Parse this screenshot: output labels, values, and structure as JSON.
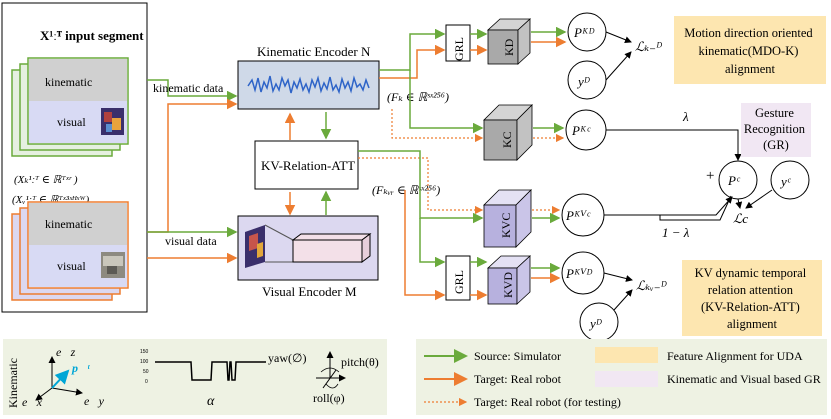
{
  "input": {
    "title": "X¹ːᵀ  input segment",
    "kin_label": "kinematic",
    "vis_label": "visual",
    "kin_label2": "kinematic",
    "vis_label2": "visual",
    "xk": "(Xₖ¹ːᵀ ∈ ℝᵀˣʳ )",
    "xv": "(Xᵥ¹ːᵀ ∈ ℝᵀˣ³ˣᴴˣᵂ)"
  },
  "flow": {
    "kinematic_data": "kinematic data",
    "visual_data": "visual data"
  },
  "encoders": {
    "kinematic": "Kinematic Encoder  N",
    "kvatt": "KV-Relation-ATT",
    "visual": "Visual Encoder  M",
    "fk": "(Fₖ  ∈ ℝˢˣ²⁵⁶)",
    "fkvr": "(Fₖᵥᵣ ∈ ℝˢˣ²⁵⁶)"
  },
  "blocks": {
    "grl_top": "GRL",
    "grl_bottom": "GRL",
    "kd": "KD",
    "kc": "KC",
    "kvc": "KVC",
    "kvd": "KVD"
  },
  "nodes": {
    "pkd": "Pᴷᴰ",
    "yd_top": "yᴰ",
    "pkc": "Pᴷᶜ",
    "pc": "Pᶜ",
    "yc": "yᶜ",
    "pkvc": "Pᴷⱽᶜ",
    "pkvd": "Pᴷⱽᴰ",
    "yd_bottom": "yᴰ"
  },
  "losses": {
    "lkd": "ℒₖ₋ᴰ",
    "lc": "ℒc",
    "lkvd": "ℒₖᵥ₋ᴰ"
  },
  "weights": {
    "lambda": "λ",
    "one_minus_lambda": "1 − λ",
    "plus": "+"
  },
  "alignment": {
    "mdok": "Motion direction oriented kinematic(MDO-K) alignment",
    "gr": "Gesture Recognition (GR)",
    "kvatt": "KV dynamic temporal relation attention (KV-Relation-ATT) alignment"
  },
  "kin_panel": {
    "title": "Kinematic",
    "ez": "e⃗z",
    "ex": "e⃗x",
    "ey": "e⃗y",
    "p": "p⃗ᵗ",
    "alpha": "α",
    "ticks": [
      "150",
      "100",
      "50",
      "0"
    ],
    "yaw": "yaw(∅)",
    "pitch": "pitch(θ)",
    "roll": "roll(φ)"
  },
  "legend": {
    "source": "Source: Simulator",
    "target": "Target: Real robot",
    "testing": "Target: Real robot (for testing)",
    "uda": "Feature Alignment for UDA",
    "gr": "Kinematic and Visual based GR"
  },
  "colors": {
    "green": "#6aaa3c",
    "orange": "#ed7d31",
    "uda_fill": "#fde6b0",
    "gr_fill": "#f1e7f3",
    "encoder_fill": "#cfd9e8",
    "visual_fill": "#dcd8f0",
    "panel_bg": "#eef2e3"
  }
}
